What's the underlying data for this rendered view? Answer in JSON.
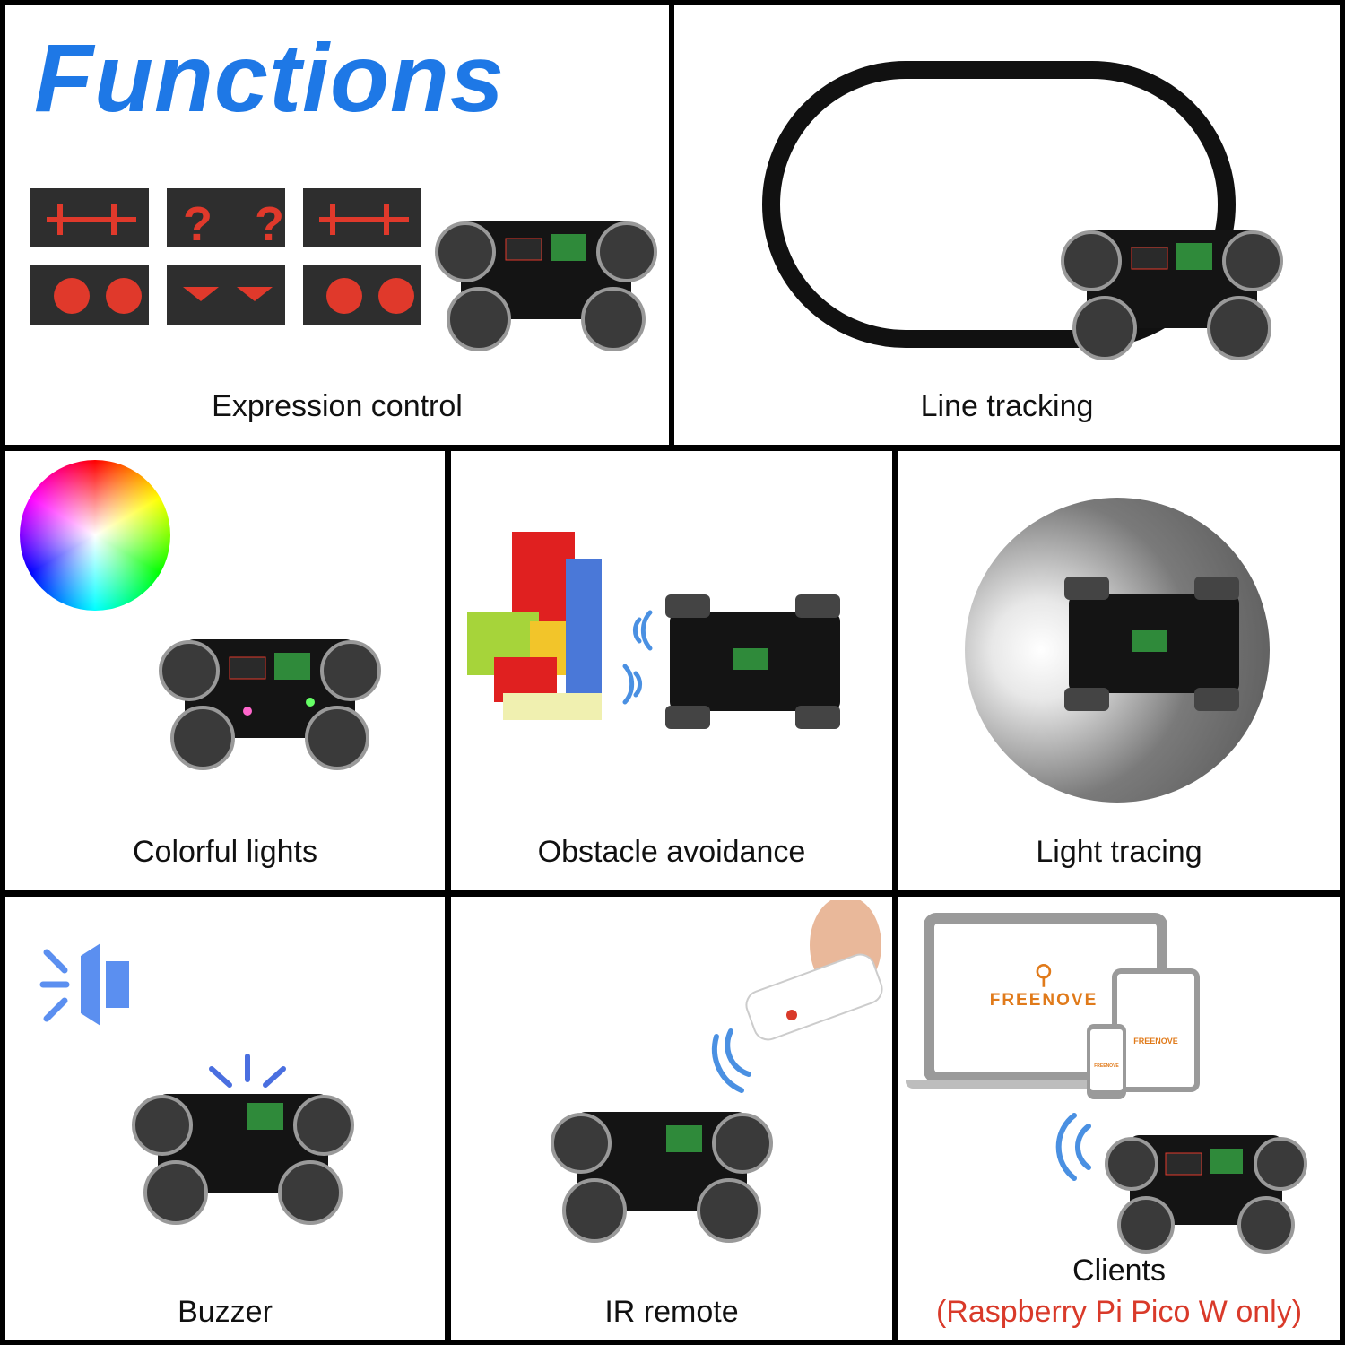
{
  "title": "Functions",
  "cells": {
    "expression": {
      "label": "Expression control"
    },
    "line_tracking": {
      "label": "Line tracking"
    },
    "colorful_lights": {
      "label": "Colorful lights"
    },
    "obstacle": {
      "label": "Obstacle avoidance"
    },
    "light_tracing": {
      "label": "Light tracing"
    },
    "buzzer": {
      "label": "Buzzer"
    },
    "ir_remote": {
      "label": "IR remote"
    },
    "clients": {
      "label": "Clients",
      "note": "(Raspberry Pi Pico W only)"
    }
  },
  "brand": {
    "laptop": "FREENOVE",
    "tablet": "FREENOVE",
    "phone": "FREENOVE"
  },
  "colors": {
    "accent_blue": "#1e78e6",
    "note_red": "#d93a2a",
    "led_red": "#e0392b",
    "track_black": "#111111"
  },
  "icons": [
    "color-wheel-icon",
    "speaker-icon",
    "signal-waves-icon",
    "robot-car-image",
    "remote-control-image",
    "freenove-logo"
  ]
}
